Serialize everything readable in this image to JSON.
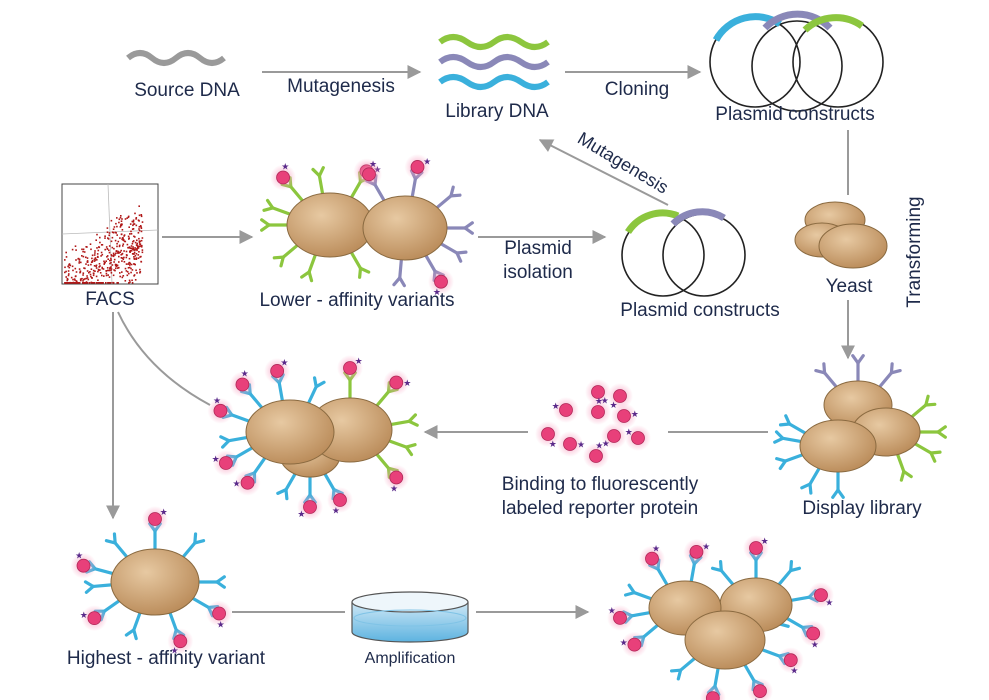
{
  "labels": {
    "source_dna": "Source DNA",
    "mutagenesis_1": "Mutagenesis",
    "library_dna": "Library DNA",
    "cloning": "Cloning",
    "plasmid_constructs_top": "Plasmid constructs",
    "mutagenesis_2": "Mutagenesis",
    "transforming": "Transforming",
    "facs": "FACS",
    "lower_affinity": "Lower - affinity variants",
    "plasmid_isolation_1": "Plasmid",
    "plasmid_isolation_2": "isolation",
    "plasmid_constructs_mid": "Plasmid constructs",
    "yeast": "Yeast",
    "binding_1": "Binding to fluorescently",
    "binding_2": "labeled reporter protein",
    "display_library": "Display library",
    "highest_affinity": "Highest - affinity variant",
    "amplification": "Amplification"
  },
  "colors": {
    "text": "#1e2a4a",
    "arrow": "#9a9a9a",
    "cell": "#c99f70",
    "green": "#8cc63e",
    "purple": "#8a88b8",
    "blue": "#3ab0dc",
    "grey_dna": "#9a9a9a",
    "reporter": "#e8407a",
    "star": "#5a2a8a",
    "facs": "#b01818"
  }
}
